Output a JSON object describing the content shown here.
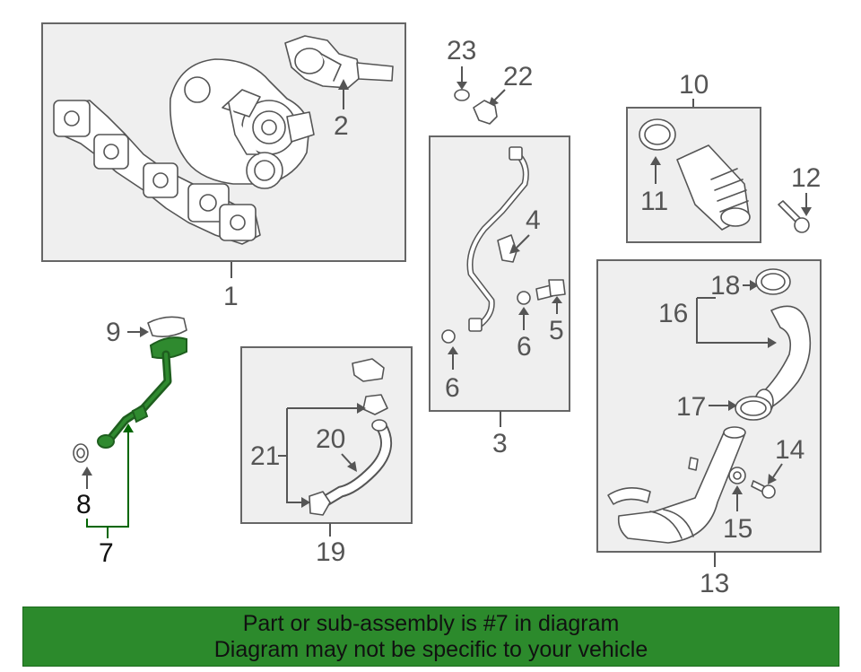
{
  "callouts": {
    "c1": "1",
    "c2": "2",
    "c3": "3",
    "c4": "4",
    "c5": "5",
    "c6a": "6",
    "c6b": "6",
    "c7": "7",
    "c8": "8",
    "c9": "9",
    "c10": "10",
    "c11": "11",
    "c12": "12",
    "c13": "13",
    "c14": "14",
    "c15": "15",
    "c16": "16",
    "c17": "17",
    "c18": "18",
    "c19": "19",
    "c20": "20",
    "c21": "21",
    "c22": "22",
    "c23": "23"
  },
  "highlighted_part": "7",
  "colors": {
    "highlight": "#2c8a2c",
    "line": "#555555",
    "box_fill": "#efefef"
  },
  "banner": {
    "line1": "Part or sub-assembly is #7 in diagram",
    "line2": "Diagram may not be specific to your vehicle"
  }
}
